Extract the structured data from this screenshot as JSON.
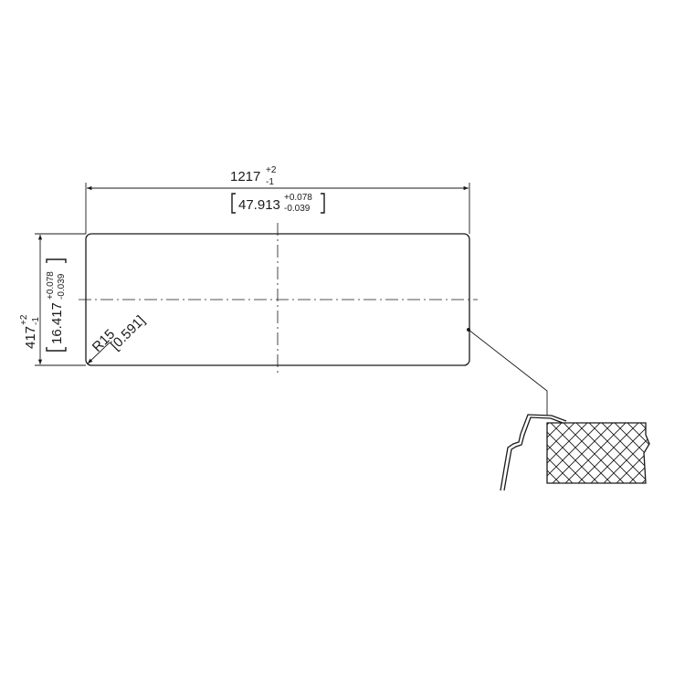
{
  "drawing": {
    "width_dimension": {
      "nominal": "1217",
      "tol_upper": "+2",
      "tol_lower": "-1",
      "inch_value": "47.913",
      "inch_tol_upper": "+0.078",
      "inch_tol_lower": "-0.039"
    },
    "height_dimension": {
      "nominal": "417",
      "tol_upper": "+2",
      "tol_lower": "-1",
      "inch_value": "16.417",
      "inch_tol_upper": "+0.078",
      "inch_tol_lower": "-0.039"
    },
    "radius_dimension": {
      "label": "R15",
      "inch_label": "[0.591]"
    }
  },
  "colors": {
    "line": "#1a1a1a",
    "background": "#ffffff"
  }
}
